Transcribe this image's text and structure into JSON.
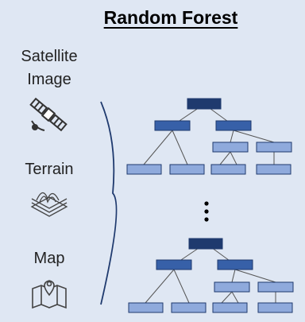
{
  "title": "Random Forest",
  "inputs": {
    "satellite_line1": "Satellite",
    "satellite_line2": "Image",
    "terrain": "Terrain",
    "map": "Map"
  }
}
